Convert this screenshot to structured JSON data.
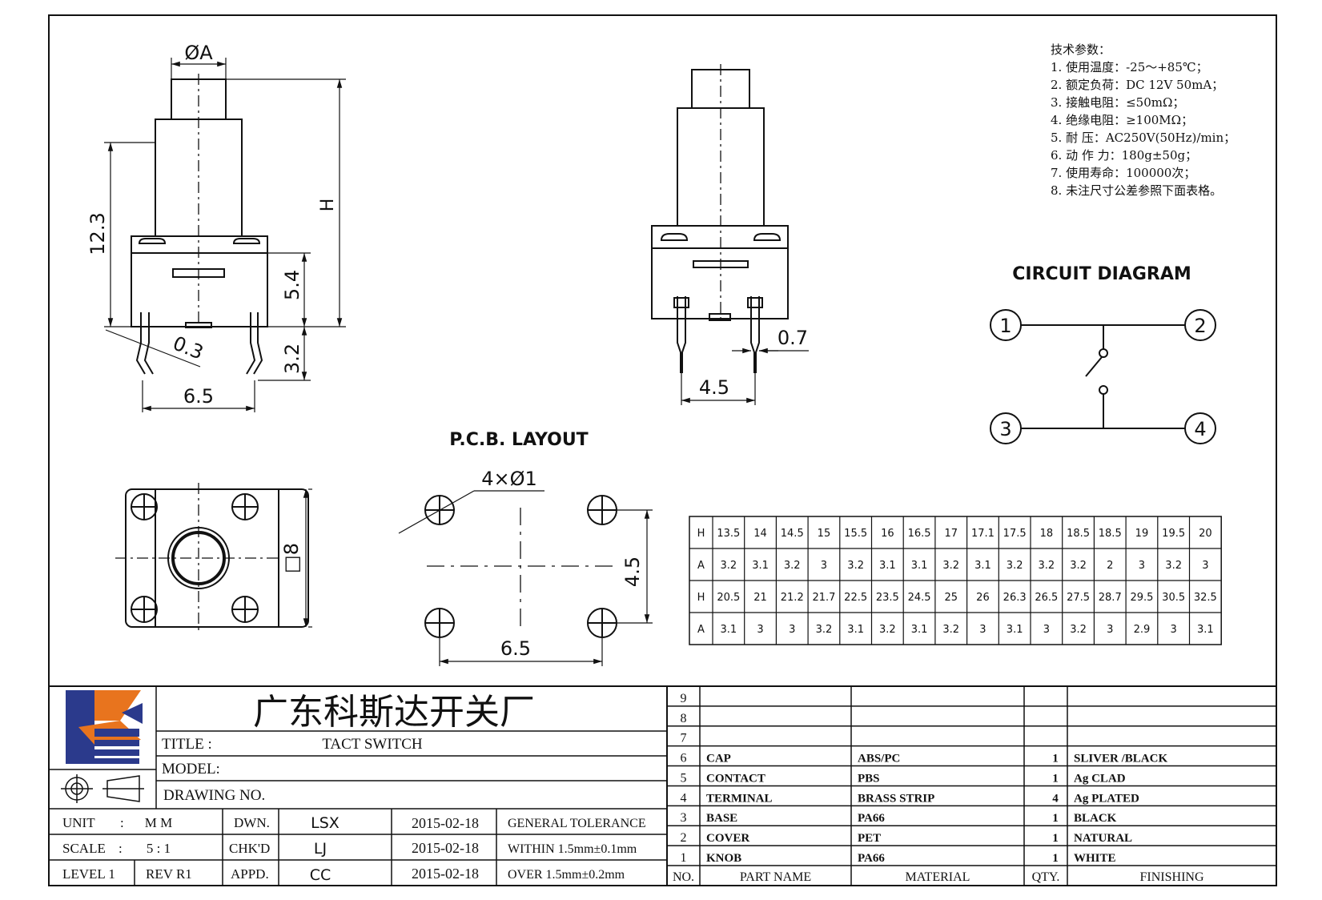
{
  "dimensions": {
    "dia_a": "ØA",
    "height_12_3": "12.3",
    "h": "H",
    "base_5_4": "5.4",
    "pin_3_2": "3.2",
    "pin_0_3": "0.3",
    "pitch_6_5": "6.5",
    "pin_0_7": "0.7",
    "pitch_4_5": "4.5",
    "square_8": "□8",
    "holes": "4×Ø1",
    "pcb_4_5": "4.5",
    "pcb_6_5": "6.5"
  },
  "tech_params": {
    "title": "技术参数：",
    "items": [
      "1.  使用温度：-25～+85℃；",
      "2.  额定负荷：DC 12V 50mA；",
      "3.  接触电阻：≤50mΩ；",
      "4.  绝缘电阻：≥100MΩ；",
      "5.  耐      压：AC250V(50Hz)/min；",
      "6.  动 作 力：180g±50g；",
      "7.  使用寿命：100000次；",
      "8.  未注尺寸公差参照下面表格。"
    ]
  },
  "circuit": {
    "title": "CIRCUIT DIAGRAM",
    "pins": [
      "1",
      "2",
      "3",
      "4"
    ]
  },
  "pcb_layout_title": "P.C.B. LAYOUT",
  "size_table": {
    "rows": [
      [
        "H",
        "13.5",
        "14",
        "14.5",
        "15",
        "15.5",
        "16",
        "16.5",
        "17",
        "17.1",
        "17.5",
        "18",
        "18.5",
        "18.5",
        "19",
        "19.5",
        "20"
      ],
      [
        "A",
        "3.2",
        "3.1",
        "3.2",
        "3",
        "3.2",
        "3.1",
        "3.1",
        "3.2",
        "3.1",
        "3.2",
        "3.2",
        "3.2",
        "2",
        "3",
        "3.2",
        "3"
      ],
      [
        "H",
        "20.5",
        "21",
        "21.2",
        "21.7",
        "22.5",
        "23.5",
        "24.5",
        "25",
        "26",
        "26.3",
        "26.5",
        "27.5",
        "28.7",
        "29.5",
        "30.5",
        "32.5"
      ],
      [
        "A",
        "3.1",
        "3",
        "3",
        "3.2",
        "3.1",
        "3.2",
        "3.1",
        "3.2",
        "3",
        "3.1",
        "3",
        "3.2",
        "3",
        "2.9",
        "3",
        "3.1"
      ]
    ]
  },
  "title_block": {
    "company": "广东科斯达开关厂",
    "title_label": "TITLE :",
    "title_value": "TACT SWITCH",
    "model_label": "MODEL:",
    "drawing_no_label": "DRAWING NO.",
    "unit_label": "UNIT",
    "unit_colon": ":",
    "unit_value": "M M",
    "scale_label": "SCALE",
    "scale_colon": ":",
    "scale_value": "5 : 1",
    "level": "LEVEL 1",
    "rev": "REV  R1",
    "dwn_label": "DWN.",
    "dwn_value": "LSX",
    "dwn_date": "2015-02-18",
    "chkd_label": "CHK'D",
    "chkd_value": "LJ",
    "chkd_date": "2015-02-18",
    "appd_label": "APPD.",
    "appd_value": "CC",
    "appd_date": "2015-02-18",
    "tol_title": "GENERAL TOLERANCE",
    "tol_within": "WITHIN 1.5mm±0.1mm",
    "tol_over": "OVER   1.5mm±0.2mm",
    "colors": {
      "logo_blue": "#2b3a8c",
      "logo_orange": "#e8741e"
    }
  },
  "bom": {
    "header": {
      "no": "NO.",
      "part": "PART  NAME",
      "material": "MATERIAL",
      "qty": "QTY.",
      "finishing": "FINISHING"
    },
    "rows": [
      {
        "no": "9",
        "part": "",
        "material": "",
        "qty": "",
        "finishing": ""
      },
      {
        "no": "8",
        "part": "",
        "material": "",
        "qty": "",
        "finishing": ""
      },
      {
        "no": "7",
        "part": "",
        "material": "",
        "qty": "",
        "finishing": ""
      },
      {
        "no": "6",
        "part": "CAP",
        "material": "ABS/PC",
        "qty": "1",
        "finishing": "SLIVER /BLACK"
      },
      {
        "no": "5",
        "part": "CONTACT",
        "material": "PBS",
        "qty": "1",
        "finishing": "Ag CLAD"
      },
      {
        "no": "4",
        "part": "TERMINAL",
        "material": "BRASS STRIP",
        "qty": "4",
        "finishing": "Ag PLATED"
      },
      {
        "no": "3",
        "part": "BASE",
        "material": "PA66",
        "qty": "1",
        "finishing": "BLACK"
      },
      {
        "no": "2",
        "part": "COVER",
        "material": "PET",
        "qty": "1",
        "finishing": "NATURAL"
      },
      {
        "no": "1",
        "part": "KNOB",
        "material": "PA66",
        "qty": "1",
        "finishing": "WHITE"
      }
    ]
  }
}
